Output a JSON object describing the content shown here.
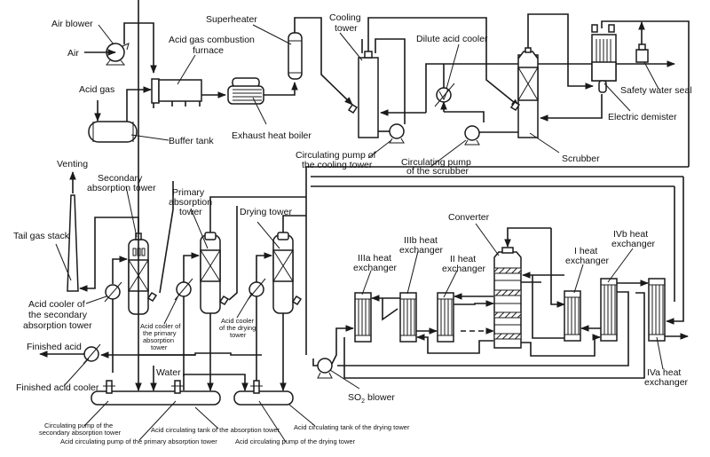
{
  "title": "Sulfuric acid production from acid gas — process flow diagram",
  "labels": {
    "air_blower": "Air blower",
    "air": "Air",
    "acid_gas": "Acid gas",
    "furnace_1": "Acid gas combustion",
    "furnace_2": "furnace",
    "buffer_tank": "Buffer tank",
    "exhaust_heat_boiler": "Exhaust heat boiler",
    "superheater": "Superheater",
    "cooling_tower_1": "Cooling",
    "cooling_tower_2": "tower",
    "dilute_acid_cooler": "Dilute acid cooler",
    "cooling_pump_1": "Circulating pump of",
    "cooling_pump_2": "the cooling tower",
    "scrubber_pump_1": "Circulating pump",
    "scrubber_pump_2": "of the scrubber",
    "scrubber": "Scrubber",
    "safety_water_seal": "Safety water seal",
    "electric_demister": "Electric demister",
    "venting": "Venting",
    "tail_gas_stack": "Tail gas stack",
    "secondary_tower_1": "Secondary",
    "secondary_tower_2": "absorption tower",
    "primary_tower_1": "Primary",
    "primary_tower_2": "absorption",
    "primary_tower_3": "tower",
    "drying_tower": "Drying tower",
    "sec_cooler_1": "Acid cooler of",
    "sec_cooler_2": "the secondary",
    "sec_cooler_3": "absorption tower",
    "pri_cooler_1": "Acid cooler of",
    "pri_cooler_2": "the primary",
    "pri_cooler_3": "absorption",
    "pri_cooler_4": "tower",
    "dry_cooler_1": "Acid cooler",
    "dry_cooler_2": "of the drying",
    "dry_cooler_3": "tower",
    "finished_acid": "Finished acid",
    "finished_acid_cooler": "Finished acid cooler",
    "water": "Water",
    "so2_blower": "SO",
    "so2_sub": "2",
    "so2_blower_rest": " blower",
    "converter": "Converter",
    "hx_3a_1": "IIIa heat",
    "hx_3a_2": "exchanger",
    "hx_3b_1": "IIIb heat",
    "hx_3b_2": "exchanger",
    "hx_2_1": "II heat",
    "hx_2_2": "exchanger",
    "hx_1_1": "I heat",
    "hx_1_2": "exchanger",
    "hx_4b_1": "IVb heat",
    "hx_4b_2": "exchanger",
    "hx_4a_1": "IVa heat",
    "hx_4a_2": "exchanger",
    "sec_pump_1": "Circulating pump of the",
    "sec_pump_2": "secondary absorption tower",
    "pri_pump": "Acid circulating pump of the primary absorption tower",
    "abs_tank": "Acid circulating tank of the absorption tower",
    "dry_pump": "Acid circulating pump of the drying tower",
    "dry_tank": "Acid circulating tank of the drying tower"
  }
}
